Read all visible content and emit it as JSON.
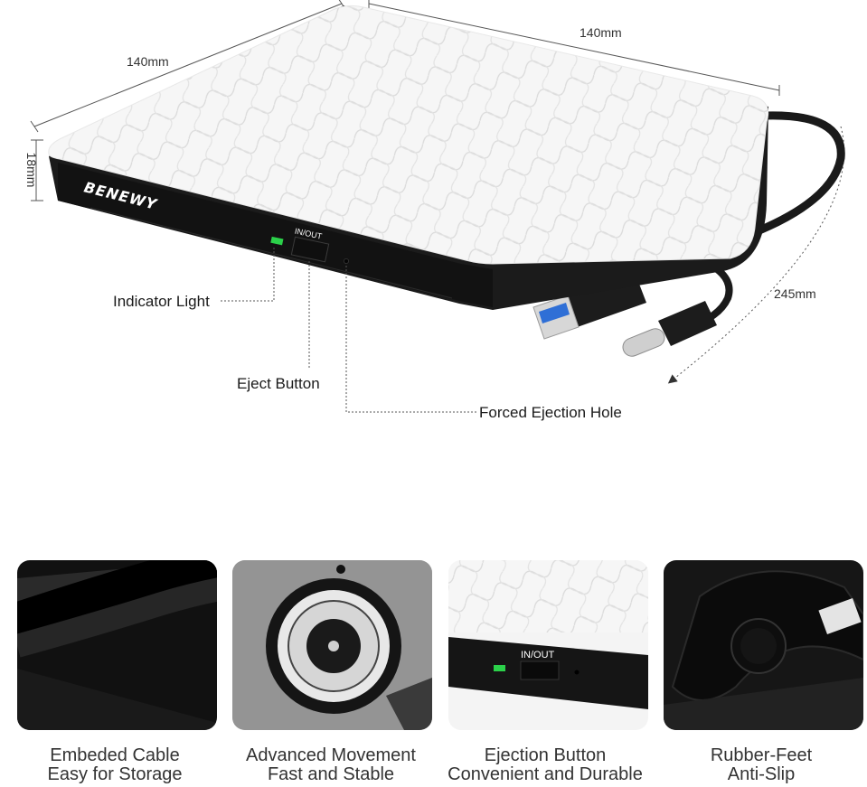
{
  "product": {
    "brand": "BENEWY",
    "button_label": "IN/OUT"
  },
  "dimensions": {
    "width_left": "140mm",
    "width_right": "140mm",
    "height": "18mm",
    "cable_length": "245mm"
  },
  "callouts": {
    "indicator_light": "Indicator Light",
    "eject_button": "Eject Button",
    "forced_ejection_hole": "Forced Ejection Hole"
  },
  "features": [
    {
      "line1": "Embeded Cable",
      "line2": "Easy for Storage",
      "icon": "embedded-cable-photo"
    },
    {
      "line1": "Advanced Movement",
      "line2": "Fast and Stable",
      "icon": "movement-photo"
    },
    {
      "line1": "Ejection Button",
      "line2": "Convenient and Durable",
      "icon": "ejection-button-photo"
    },
    {
      "line1": "Rubber-Feet",
      "line2": "Anti-Slip",
      "icon": "rubber-feet-photo"
    }
  ],
  "colors": {
    "body_black": "#1b1b1b",
    "top_white": "#f7f7f7",
    "led_green": "#2bd14a",
    "usb_blue": "#2f6fd6"
  }
}
